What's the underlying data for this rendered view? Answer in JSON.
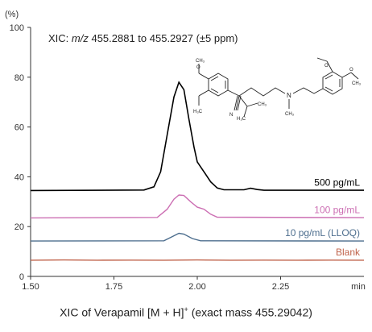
{
  "chart_data": {
    "type": "line",
    "y_unit_label": "(%)",
    "x_unit_label": "min",
    "xlim": [
      1.5,
      2.5
    ],
    "ylim": [
      0,
      100
    ],
    "x_ticks": [
      "1.50",
      "1.75",
      "2.00",
      "2.25"
    ],
    "y_ticks": [
      "0",
      "20",
      "40",
      "60",
      "80",
      "100"
    ],
    "grid": false,
    "annotation": {
      "prefix": "XIC: ",
      "italic": "m/z",
      "suffix": " 455.2881 to 455.2927 (±5 ppm)"
    },
    "caption": {
      "main": "XIC of Verapamil [M + H]",
      "sup": "+",
      "tail": " (exact mass 455.29042)"
    },
    "series": [
      {
        "name": "500 pg/mL",
        "color": "#000000",
        "baseline": 34.5,
        "x": [
          1.5,
          1.84,
          1.87,
          1.89,
          1.91,
          1.93,
          1.945,
          1.96,
          1.975,
          1.99,
          2.0,
          2.02,
          2.04,
          2.06,
          2.08,
          2.14,
          2.16,
          2.18,
          2.2,
          2.5
        ],
        "y": [
          34.5,
          34.7,
          36,
          42,
          57,
          72,
          78,
          75,
          63,
          52,
          46,
          42,
          38,
          35.5,
          34.8,
          34.8,
          35.4,
          34.9,
          34.6,
          34.6
        ]
      },
      {
        "name": "100 pg/mL",
        "color": "#cc6fb3",
        "baseline": 23.5,
        "x": [
          1.5,
          1.88,
          1.91,
          1.93,
          1.945,
          1.96,
          1.98,
          2.0,
          2.02,
          2.04,
          2.06,
          2.5
        ],
        "y": [
          23.5,
          23.7,
          27,
          31,
          32.7,
          32.5,
          30,
          27.8,
          27,
          25,
          23.8,
          23.6
        ]
      },
      {
        "name": "10 pg/mL (LLOQ)",
        "color": "#4d6e8e",
        "baseline": 14.2,
        "x": [
          1.5,
          1.9,
          1.925,
          1.945,
          1.96,
          1.985,
          2.01,
          2.5
        ],
        "y": [
          14.2,
          14.3,
          16,
          17.3,
          17,
          15.2,
          14.3,
          14.2
        ]
      },
      {
        "name": "Blank",
        "color": "#c0634b",
        "baseline": 6.5,
        "x": [
          1.5,
          1.6,
          1.7,
          1.8,
          1.9,
          2.0,
          2.1,
          2.2,
          2.3,
          2.4,
          2.5
        ],
        "y": [
          6.5,
          6.6,
          6.5,
          6.55,
          6.5,
          6.6,
          6.5,
          6.55,
          6.5,
          6.55,
          6.5
        ]
      }
    ],
    "structure_labels": [
      "O",
      "CH₃",
      "H₃C",
      "N",
      "CH₃",
      "N",
      "H₃C",
      "CH₃",
      "O",
      "O",
      "CH₃"
    ]
  }
}
